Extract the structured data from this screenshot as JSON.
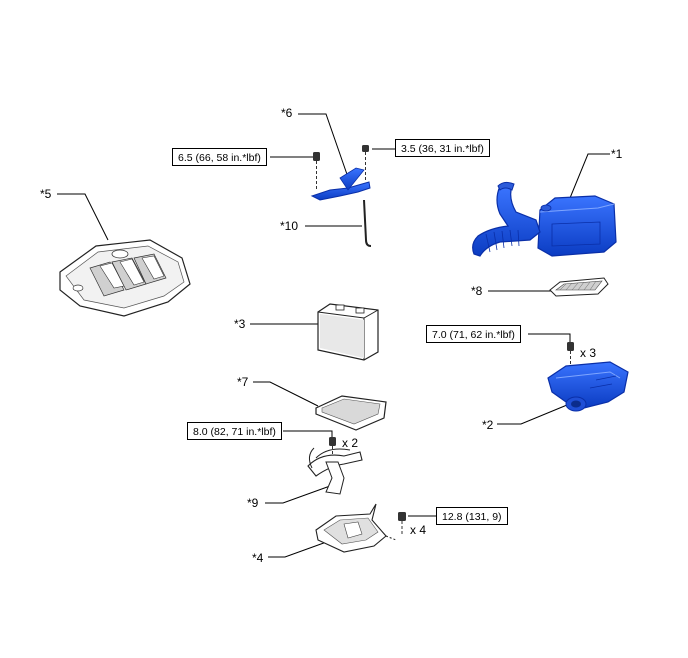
{
  "callouts": {
    "c1": "*1",
    "c2": "*2",
    "c3": "*3",
    "c4": "*4",
    "c5": "*5",
    "c6": "*6",
    "c7": "*7",
    "c8": "*8",
    "c9": "*9",
    "c10": "*10"
  },
  "torques": {
    "t1": "6.5 (66, 58 in.*lbf)",
    "t2": "3.5 (36, 31 in.*lbf)",
    "t3": "7.0 (71, 62 in.*lbf)",
    "t4": "8.0 (82, 71 in.*lbf)",
    "t5": "12.8 (131, 9)"
  },
  "quantities": {
    "q1": "x 3",
    "q2": "x 2",
    "q3": "x 4"
  },
  "colors": {
    "highlight_blue": "#1f56e0",
    "highlight_dark": "#0a2fa8",
    "part_line": "#222222",
    "part_fill": "#ffffff",
    "shade": "#b8b8b8"
  }
}
